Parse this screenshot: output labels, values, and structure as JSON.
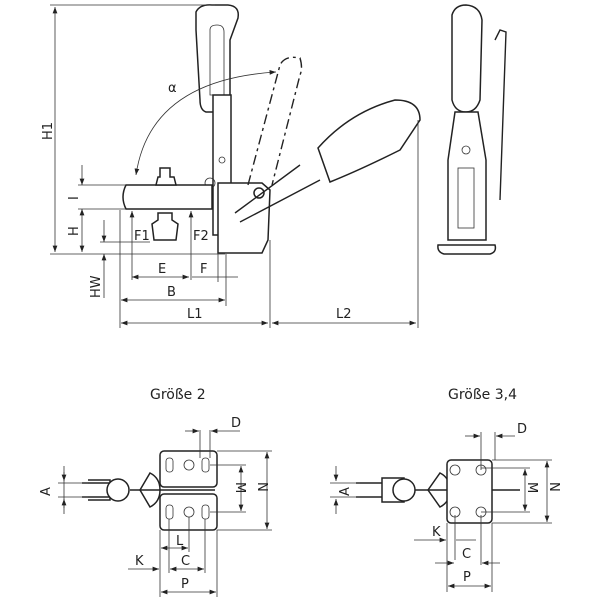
{
  "main_view": {
    "labels": {
      "H1": "H1",
      "alpha": "α",
      "I": "I",
      "H": "H",
      "HW": "HW",
      "F1": "F1",
      "F2": "F2",
      "E": "E",
      "F": "F",
      "B": "B",
      "L1": "L1",
      "L2": "L2"
    }
  },
  "size2_view": {
    "title": "Größe 2",
    "labels": {
      "D": "D",
      "M": "M",
      "N": "N",
      "A": "A",
      "L": "L",
      "K": "K",
      "C": "C",
      "P": "P"
    }
  },
  "size34_view": {
    "title": "Größe 3,4",
    "labels": {
      "D": "D",
      "M": "M",
      "N": "N",
      "A": "A",
      "K": "K",
      "C": "C",
      "P": "P"
    }
  }
}
